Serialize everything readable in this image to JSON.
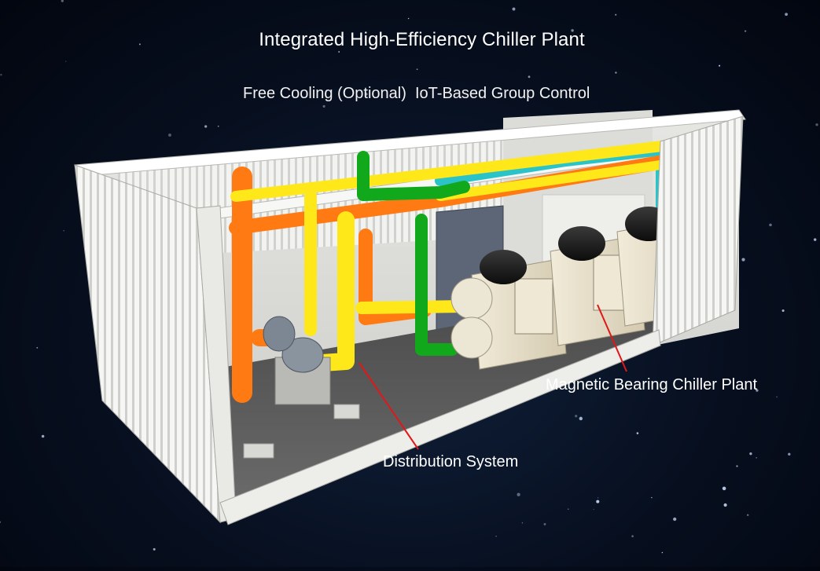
{
  "title": "Integrated High-Efficiency Chiller Plant",
  "subtitle": "Free Cooling (Optional)  IoT-Based Group Control",
  "callouts": {
    "chiller": "Magnetic Bearing Chiller Plant",
    "distribution": "Distribution System"
  },
  "colors": {
    "background": "#070f1f",
    "container": "#f4f4f2",
    "floor": "#5b5b5b",
    "pipe_orange": "#ff7a12",
    "pipe_yellow": "#ffe81a",
    "pipe_green": "#12a81c",
    "pipe_cyan": "#2ac4c8",
    "chiller_body": "#e8e0cc",
    "compressor": "#1c1c1c",
    "leader_line": "#e01818"
  }
}
